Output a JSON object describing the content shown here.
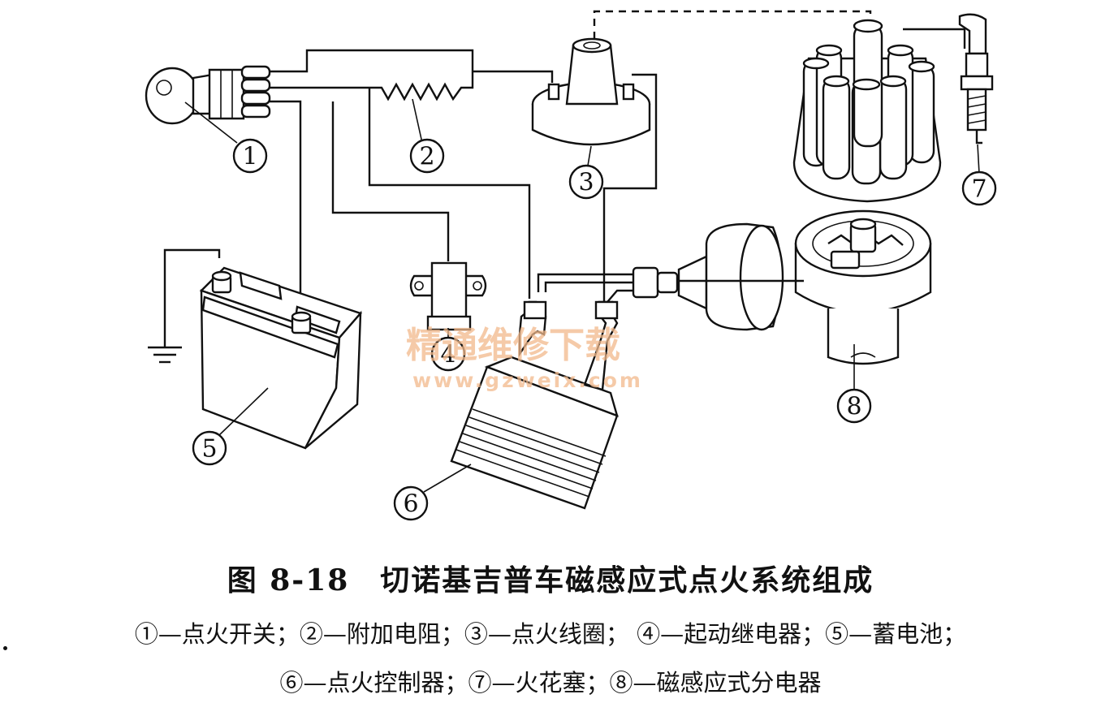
{
  "figure": {
    "title": "图 8-18　切诺基吉普车磁感应式点火系统组成",
    "legend_line1": "①—点火开关；②—附加电阻；③—点火线圈；  ④—起动继电器；⑤—蓄电池；",
    "legend_line2": "⑥—点火控制器；⑦—火花塞；⑧—磁感应式分电器"
  },
  "callouts": [
    "1",
    "2",
    "3",
    "4",
    "5",
    "6",
    "7",
    "8"
  ],
  "watermark": {
    "text": "精通维修下载",
    "url": "www.gzweix.com",
    "color": "#f2b98c"
  }
}
